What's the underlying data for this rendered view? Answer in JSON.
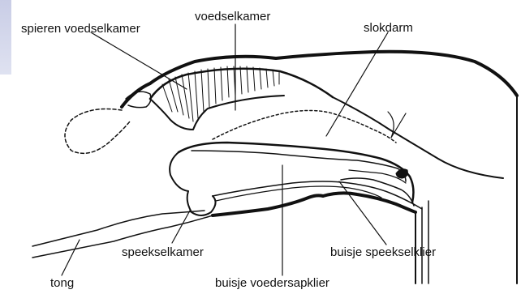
{
  "diagram": {
    "labels": {
      "spieren_voedselkamer": "spieren voedselkamer",
      "voedselkamer": "voedselkamer",
      "slokdarm": "slokdarm",
      "speekselkamer": "speekselkamer",
      "buisje_speekselklier": "buisje speekselklier",
      "tong": "tong",
      "buisje_voedersapklier": "buisje voedersapklier"
    },
    "colors": {
      "ink": "#111111",
      "corner_tab": "#c9cde6"
    }
  }
}
